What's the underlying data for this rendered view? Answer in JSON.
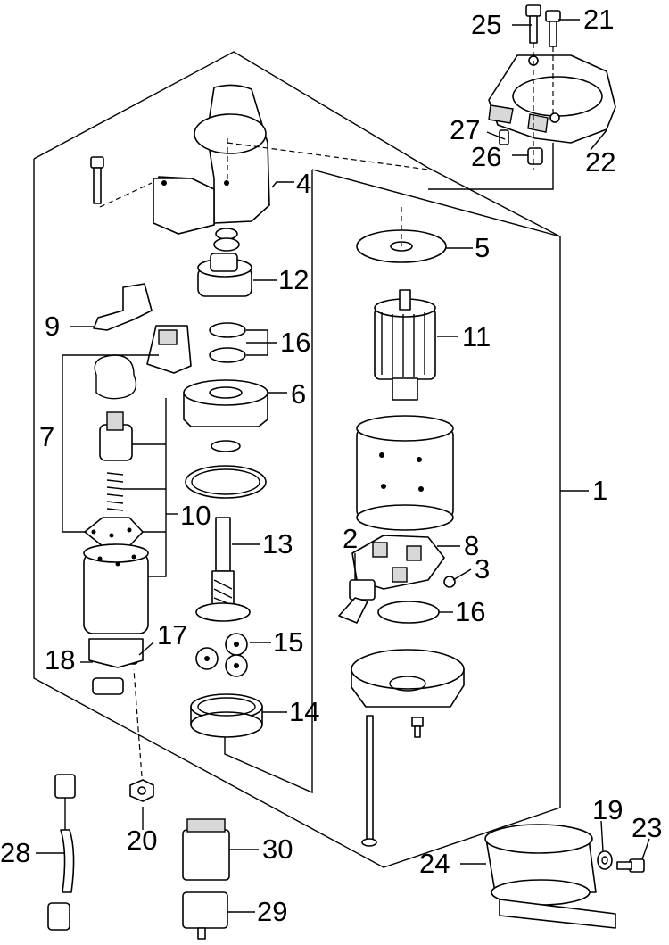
{
  "callouts": [
    {
      "id": "c1",
      "text": "1"
    },
    {
      "id": "c2",
      "text": "2"
    },
    {
      "id": "c3",
      "text": "3"
    },
    {
      "id": "c4",
      "text": "4"
    },
    {
      "id": "c5",
      "text": "5"
    },
    {
      "id": "c6",
      "text": "6"
    },
    {
      "id": "c7",
      "text": "7"
    },
    {
      "id": "c8",
      "text": "8"
    },
    {
      "id": "c9",
      "text": "9"
    },
    {
      "id": "c10",
      "text": "10"
    },
    {
      "id": "c11",
      "text": "11"
    },
    {
      "id": "c12",
      "text": "12"
    },
    {
      "id": "c13",
      "text": "13"
    },
    {
      "id": "c14",
      "text": "14"
    },
    {
      "id": "c15",
      "text": "15"
    },
    {
      "id": "c16a",
      "text": "16"
    },
    {
      "id": "c16b",
      "text": "16"
    },
    {
      "id": "c17",
      "text": "17"
    },
    {
      "id": "c18",
      "text": "18"
    },
    {
      "id": "c19",
      "text": "19"
    },
    {
      "id": "c20",
      "text": "20"
    },
    {
      "id": "c21",
      "text": "21"
    },
    {
      "id": "c22",
      "text": "22"
    },
    {
      "id": "c23",
      "text": "23"
    },
    {
      "id": "c24",
      "text": "24"
    },
    {
      "id": "c25",
      "text": "25"
    },
    {
      "id": "c26",
      "text": "26"
    },
    {
      "id": "c27",
      "text": "27"
    },
    {
      "id": "c28",
      "text": "28"
    },
    {
      "id": "c29",
      "text": "29"
    },
    {
      "id": "c30",
      "text": "30"
    }
  ]
}
